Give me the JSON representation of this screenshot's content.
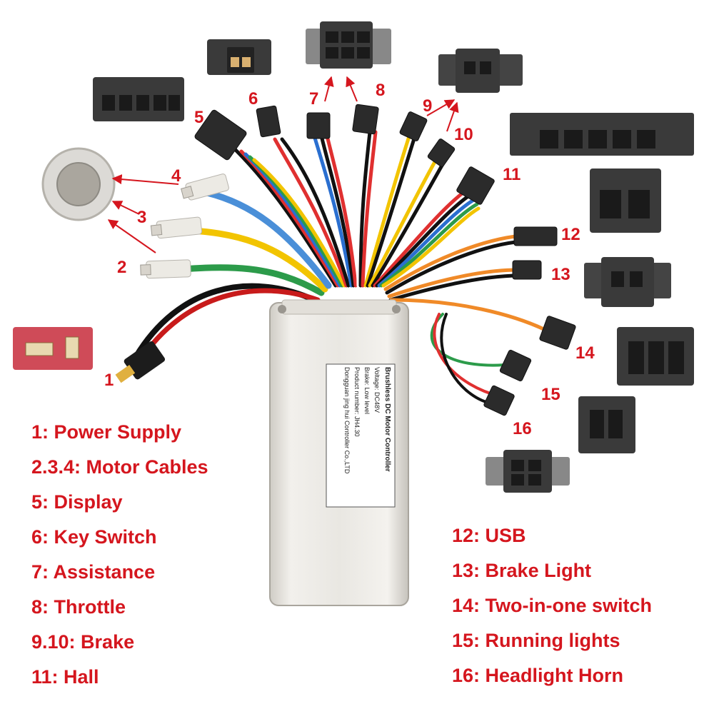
{
  "callouts": [
    {
      "id": "1",
      "text": "1"
    },
    {
      "id": "2",
      "text": "2"
    },
    {
      "id": "3",
      "text": "3"
    },
    {
      "id": "4",
      "text": "4"
    },
    {
      "id": "5",
      "text": "5"
    },
    {
      "id": "6",
      "text": "6"
    },
    {
      "id": "7",
      "text": "7"
    },
    {
      "id": "8",
      "text": "8"
    },
    {
      "id": "9",
      "text": "9"
    },
    {
      "id": "10",
      "text": "10"
    },
    {
      "id": "11",
      "text": "11"
    },
    {
      "id": "12",
      "text": "12"
    },
    {
      "id": "13",
      "text": "13"
    },
    {
      "id": "14",
      "text": "14"
    },
    {
      "id": "15",
      "text": "15"
    },
    {
      "id": "16",
      "text": "16"
    }
  ],
  "legend_left": [
    "1: Power Supply",
    "2.3.4: Motor Cables",
    "5: Display",
    "6: Key Switch",
    "7: Assistance",
    "8: Throttle",
    "9.10: Brake",
    "11: Hall"
  ],
  "legend_right": [
    "12: USB",
    "13: Brake Light",
    "14: Two-in-one switch",
    "15: Running lights",
    "16: Headlight Horn"
  ],
  "controller_label": {
    "title": "Brushless DC Motor Controller",
    "voltage": "Voltage: DC48V",
    "brake": "Brake: Low level",
    "product": "Product number: JH4.30",
    "maker": "Dongguan jing hui Controller Co.,LTD"
  },
  "colors": {
    "accent": "#d5161e",
    "connector": "#3a3a3a",
    "housing": "#e8e6e1"
  }
}
